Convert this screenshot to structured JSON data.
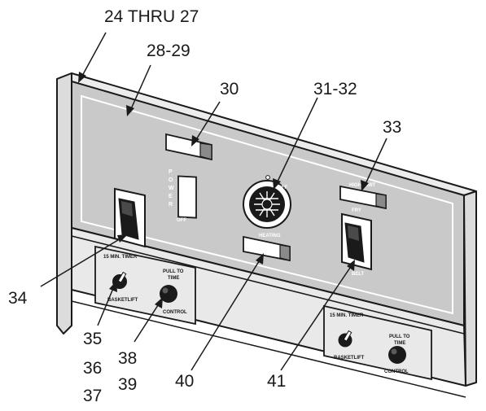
{
  "callouts": {
    "c24_27": "24 THRU 27",
    "c28_29": "28-29",
    "c30": "30",
    "c31_32": "31-32",
    "c33": "33",
    "c34": "34",
    "c35": "35",
    "c36": "36",
    "c37": "37",
    "c38": "38",
    "c39": "39",
    "c40": "40",
    "c41": "41"
  },
  "panel_labels": {
    "power_letters": [
      "P",
      "O",
      "W",
      "E",
      "R"
    ],
    "power_off": "OFF",
    "thermostat_off": "OFF",
    "heating": "HEATING",
    "high_limit": "HIGH LIMIT",
    "fry": "FRY",
    "belt": "BELT"
  },
  "timer_left": {
    "title": "15 MIN. TIMER",
    "basketlift": "BASKETLIFT",
    "pull_to": "PULL TO",
    "time": "TIME",
    "control": "CONTROL"
  },
  "timer_right": {
    "title": "15 MIN. TIMER",
    "basketlift": "BASKETLIFT",
    "pull_to": "PULL TO",
    "time": "TIME",
    "control": "CONTROL"
  }
}
